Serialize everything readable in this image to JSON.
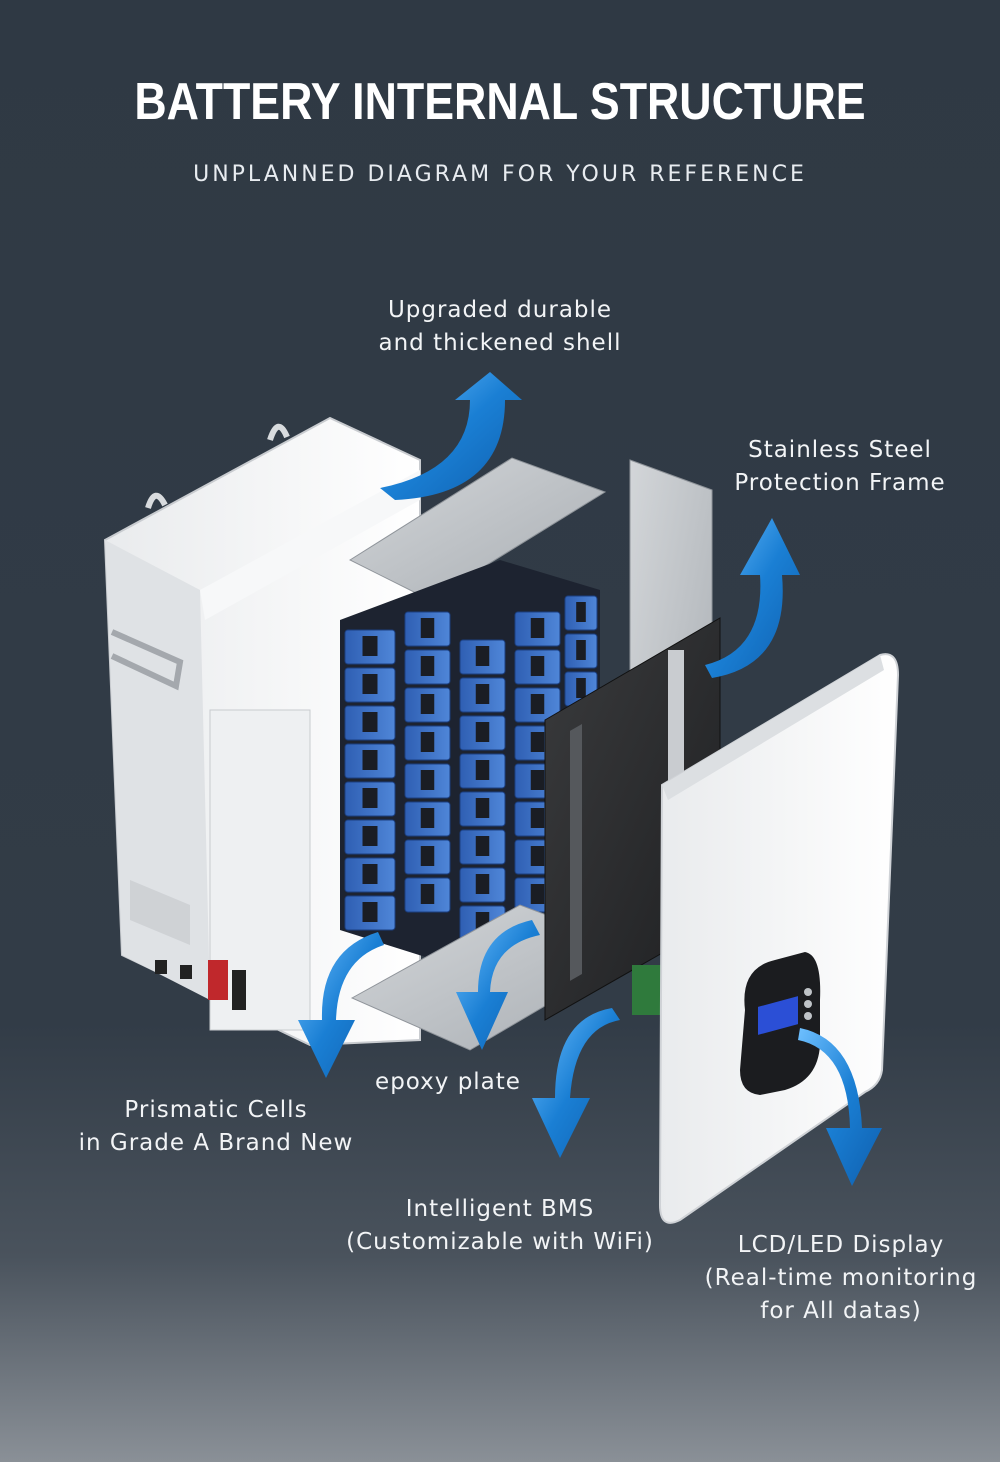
{
  "header": {
    "title": "BATTERY INTERNAL STRUCTURE",
    "subtitle": "UNPLANNED DIAGRAM FOR YOUR REFERENCE"
  },
  "labels": {
    "shell": {
      "line1": "Upgraded durable",
      "line2": "and thickened shell"
    },
    "frame": {
      "line1": "Stainless Steel",
      "line2": "Protection Frame"
    },
    "epoxy": {
      "line1": "epoxy plate"
    },
    "cells": {
      "line1": "Prismatic Cells",
      "line2": "in Grade A Brand New"
    },
    "bms": {
      "line1": "Intelligent BMS",
      "line2": "(Customizable with WiFi)"
    },
    "lcd": {
      "line1": "LCD/LED Display",
      "line2": "(Real-time monitoring",
      "line3": "for All datas)"
    }
  },
  "colors": {
    "background": "#323c47",
    "arrow": "#1a7fd4",
    "cell": "#3a6dc4",
    "shell": "#f2f3f4"
  },
  "icons": [
    "curved-arrow-icon",
    "lcd-screen-icon",
    "handle-icon",
    "lifting-ring-icon"
  ]
}
